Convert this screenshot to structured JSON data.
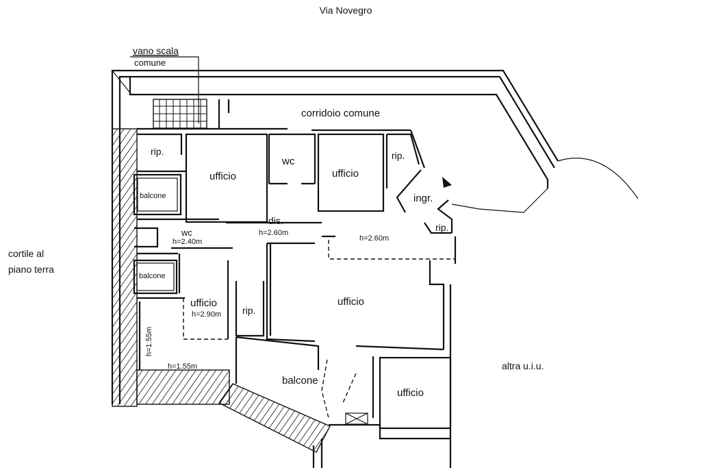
{
  "street": "Via Novegro",
  "stair": {
    "line1": "vano scala",
    "line2": "comune"
  },
  "left_note": {
    "line1": "cortile al",
    "line2": "piano terra"
  },
  "right_note": "altra u.i.u.",
  "rooms": {
    "corridoio": "corridoio comune",
    "rip_top_left": "rip.",
    "ufficio_1": "ufficio",
    "wc_top": "wc",
    "ufficio_2": "ufficio",
    "rip_top_right": "rip.",
    "ingr": "ingr.",
    "rip_entry": "rip.",
    "balcone_1": "balcone",
    "dis": "dis.",
    "dis_h": "h=2.60m",
    "wc_mid": "wc",
    "wc_mid_h": "h=2.40m",
    "hall_h": "h=2.60m",
    "balcone_2": "balcone",
    "ufficio_3": "ufficio",
    "ufficio_3_h": "h=2.90m",
    "rip_mid": "rip.",
    "ufficio_big": "ufficio",
    "h_vert": "h=1.55m",
    "h_horiz": "h=1.55m",
    "balcone_big": "balcone",
    "ufficio_small": "ufficio"
  }
}
